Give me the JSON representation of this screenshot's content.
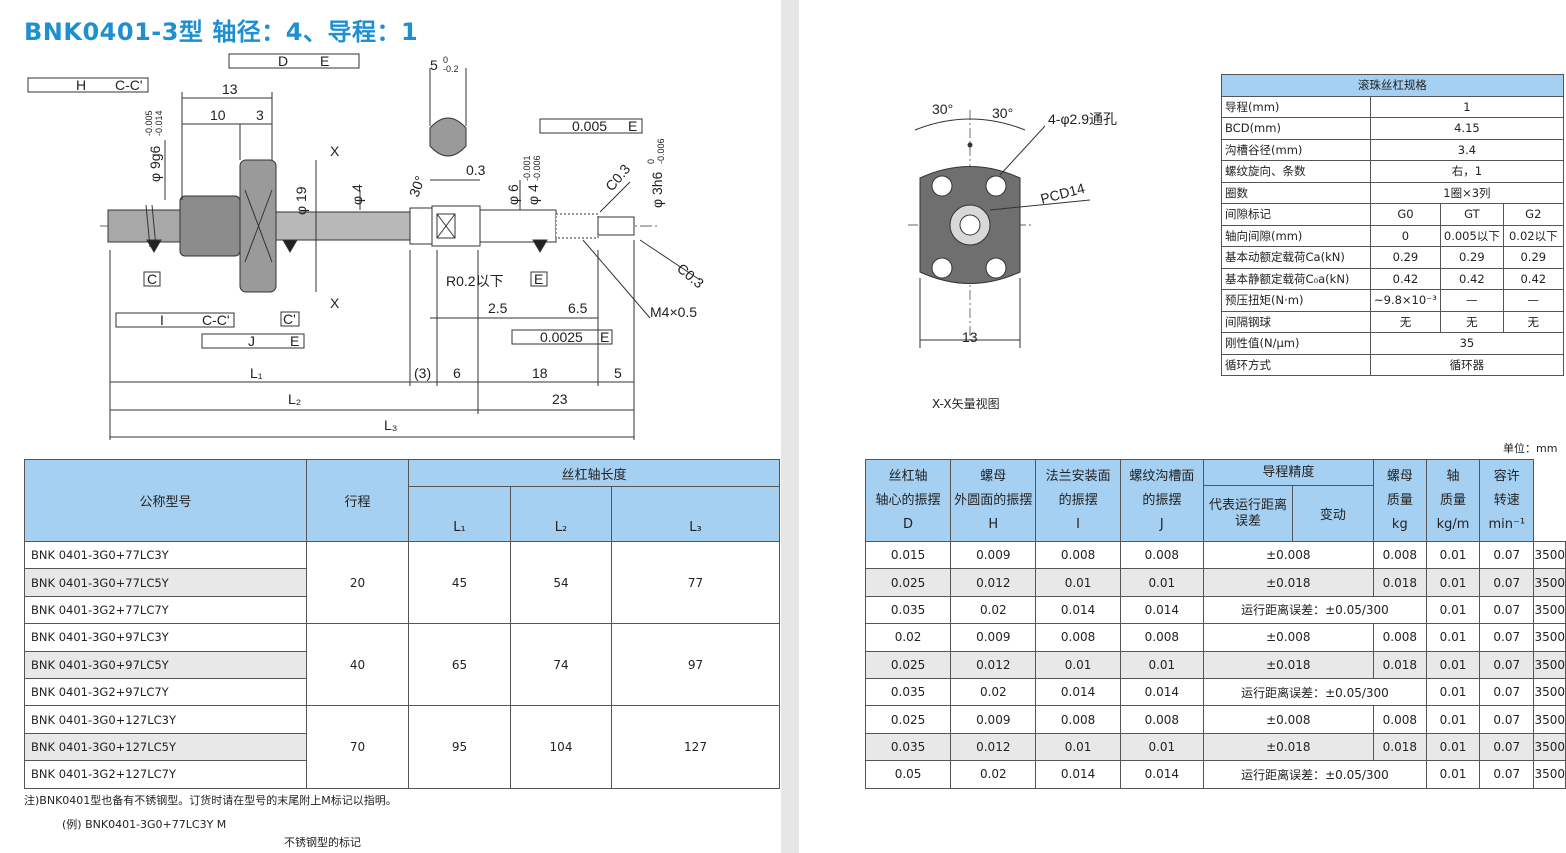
{
  "title": "BNK0401-3型 轴径：4、导程：1",
  "drawing": {
    "labels": {
      "h_box": "H",
      "h_ref": "C-C'",
      "d_box": "D",
      "d_ref": "E",
      "i_box": "I",
      "i_ref": "C-C'",
      "j_box": "J",
      "j_ref": "E",
      "tol_005": "0.005",
      "tol_005_ref": "E",
      "tol_0025": "0.0025",
      "tol_0025_ref": "E",
      "d13": "13",
      "d10": "10",
      "d3": "3",
      "shaft_dia": "φ 9g6",
      "shaft_tol_upper": "-0.005",
      "shaft_tol_lower": "-0.014",
      "d19": "φ 19",
      "d4": "φ 4",
      "d6": "φ 6",
      "d4b": "φ 4",
      "d4b_tol_upper": "-0.001",
      "d4b_tol_lower": "-0.006",
      "d3h6": "φ 3h6",
      "d3h6_tol_upper": "0",
      "d3h6_tol_lower": "-0.006",
      "width5": "5",
      "width5_tol_upper": "0",
      "width5_tol_lower": "-0.2",
      "d03": "0.3",
      "angle30": "30°",
      "c03a": "C0.3",
      "c03b": "C0.3",
      "x_top": "X",
      "x_bottom": "X",
      "c_mark": "C",
      "cprime_mark": "C'",
      "e_mark": "E",
      "r02": "R0.2以下",
      "d25": "2.5",
      "d65": "6.5",
      "m4": "M4×0.5",
      "L1": "L₁",
      "L2": "L₂",
      "L3": "L₃",
      "p3": "(3)",
      "d6b": "6",
      "d18": "18",
      "d5": "5",
      "d23": "23"
    },
    "view": {
      "angle_left": "30°",
      "angle_right": "30°",
      "holes": "4-φ2.9通孔",
      "pcd": "PCD14",
      "width": "13",
      "caption": "X-X矢量视图"
    }
  },
  "spec_table": {
    "header": "滚珠丝杠规格",
    "rows": [
      {
        "k": "导程(mm)",
        "v": [
          "1"
        ]
      },
      {
        "k": "BCD(mm)",
        "v": [
          "4.15"
        ]
      },
      {
        "k": "沟槽谷径(mm)",
        "v": [
          "3.4"
        ]
      },
      {
        "k": "螺纹旋向、条数",
        "v": [
          "右，1"
        ]
      },
      {
        "k": "圈数",
        "v": [
          "1圈×3列"
        ]
      },
      {
        "k": "间隙标记",
        "v": [
          "G0",
          "GT",
          "G2"
        ]
      },
      {
        "k": "轴向间隙(mm)",
        "v": [
          "0",
          "0.005以下",
          "0.02以下"
        ]
      },
      {
        "k": "基本动额定载荷Ca(kN)",
        "v": [
          "0.29",
          "0.29",
          "0.29"
        ]
      },
      {
        "k": "基本静额定载荷C₀a(kN)",
        "v": [
          "0.42",
          "0.42",
          "0.42"
        ]
      },
      {
        "k": "预压扭矩(N·m)",
        "v": [
          "~9.8×10⁻³",
          "—",
          "—"
        ]
      },
      {
        "k": "间隔钢球",
        "v": [
          "无",
          "无",
          "无"
        ]
      },
      {
        "k": "刚性值(N/μm)",
        "v": [
          "35"
        ]
      },
      {
        "k": "循环方式",
        "v": [
          "循环器"
        ]
      }
    ]
  },
  "unit": "单位：mm",
  "left_table": {
    "h_model": "公称型号",
    "h_stroke": "行程",
    "h_length": "丝杠轴长度",
    "h_L1": "L₁",
    "h_L2": "L₂",
    "h_L3": "L₃",
    "models": [
      "BNK 0401-3G0+77LC3Y",
      "BNK 0401-3G0+77LC5Y",
      "BNK 0401-3G2+77LC7Y",
      "BNK 0401-3G0+97LC3Y",
      "BNK 0401-3G0+97LC5Y",
      "BNK 0401-3G2+97LC7Y",
      "BNK 0401-3G0+127LC3Y",
      "BNK 0401-3G0+127LC5Y",
      "BNK 0401-3G2+127LC7Y"
    ],
    "groups": [
      {
        "stroke": "20",
        "L1": "45",
        "L2": "54",
        "L3": "77"
      },
      {
        "stroke": "40",
        "L1": "65",
        "L2": "74",
        "L3": "97"
      },
      {
        "stroke": "70",
        "L1": "95",
        "L2": "104",
        "L3": "127"
      }
    ]
  },
  "right_table": {
    "h_d1": "丝杠轴",
    "h_d2": "轴心的振摆",
    "h_d3": "D",
    "h_h1": "螺母",
    "h_h2": "外圆面的振摆",
    "h_h3": "H",
    "h_i1": "法兰安装面",
    "h_i2": "的振摆",
    "h_i3": "I",
    "h_j1": "螺纹沟槽面",
    "h_j2": "的振摆",
    "h_j3": "J",
    "h_lead": "导程精度",
    "h_rep": "代表运行距离误差",
    "h_var": "变动",
    "h_nut1": "螺母",
    "h_nut2": "质量",
    "h_nut3": "kg",
    "h_sh1": "轴",
    "h_sh2": "质量",
    "h_sh3": "kg/m",
    "h_sp1": "容许",
    "h_sp2": "转速",
    "h_sp3": "min⁻¹",
    "rows": [
      [
        "0.015",
        "0.009",
        "0.008",
        "0.008",
        "±0.008",
        "0.008",
        "0.01",
        "0.07",
        "3500"
      ],
      [
        "0.025",
        "0.012",
        "0.01",
        "0.01",
        "±0.018",
        "0.018",
        "0.01",
        "0.07",
        "3500"
      ],
      [
        "0.035",
        "0.02",
        "0.014",
        "0.014",
        "运行距离误差：±0.05/300",
        "",
        "0.01",
        "0.07",
        "3500"
      ],
      [
        "0.02",
        "0.009",
        "0.008",
        "0.008",
        "±0.008",
        "0.008",
        "0.01",
        "0.07",
        "3500"
      ],
      [
        "0.025",
        "0.012",
        "0.01",
        "0.01",
        "±0.018",
        "0.018",
        "0.01",
        "0.07",
        "3500"
      ],
      [
        "0.035",
        "0.02",
        "0.014",
        "0.014",
        "运行距离误差：±0.05/300",
        "",
        "0.01",
        "0.07",
        "3500"
      ],
      [
        "0.025",
        "0.009",
        "0.008",
        "0.008",
        "±0.008",
        "0.008",
        "0.01",
        "0.07",
        "3500"
      ],
      [
        "0.035",
        "0.012",
        "0.01",
        "0.01",
        "±0.018",
        "0.018",
        "0.01",
        "0.07",
        "3500"
      ],
      [
        "0.05",
        "0.02",
        "0.014",
        "0.014",
        "运行距离误差：±0.05/300",
        "",
        "0.01",
        "0.07",
        "3500"
      ]
    ]
  },
  "note": "注)BNK0401型也备有不锈钢型。订货时请在型号的末尾附上M标记以指明。",
  "example": "(例) BNK0401-3G0+77LC3Y M",
  "example_mark": "不锈钢型的标记"
}
